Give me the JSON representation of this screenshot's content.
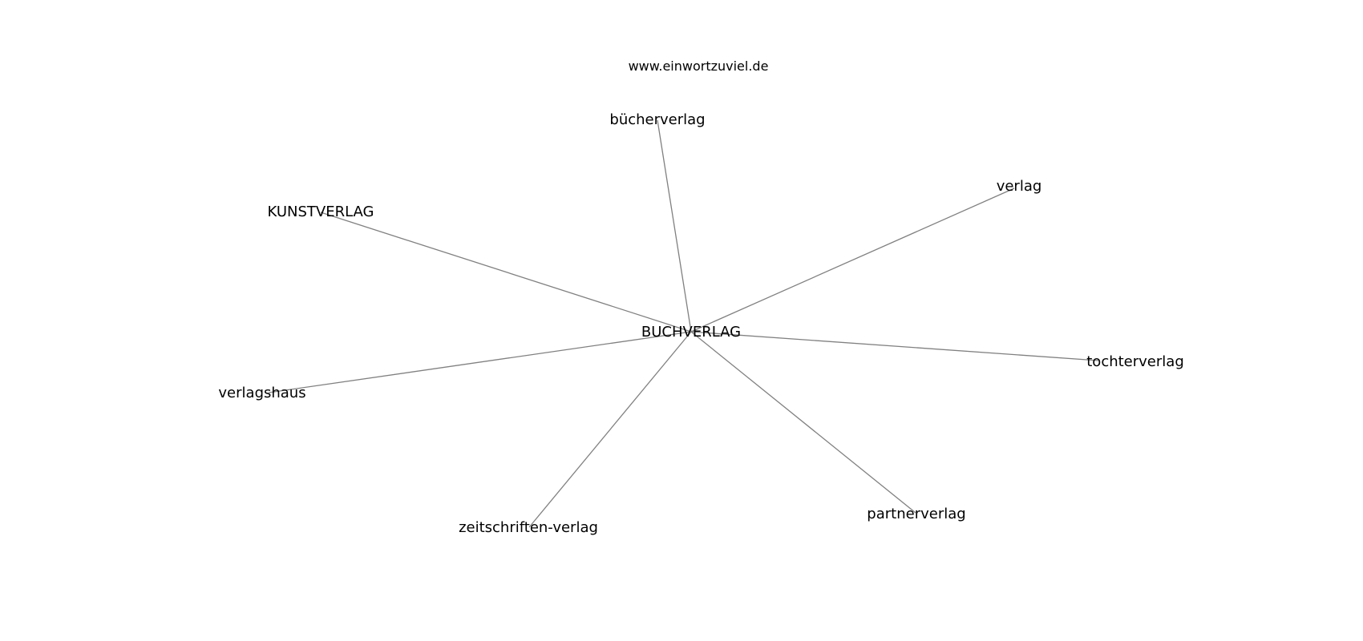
{
  "site": "www.einwortzuviel.de",
  "graph": {
    "center": "BUCHVERLAG",
    "neighbors": [
      "bücherverlag",
      "verlag",
      "KUNSTVERLAG",
      "tochterverlag",
      "verlagshaus",
      "partnerverlag",
      "zeitschriften-verlag"
    ]
  },
  "colors": {
    "edge": "#808080",
    "text": "#000000",
    "background": "#ffffff"
  }
}
